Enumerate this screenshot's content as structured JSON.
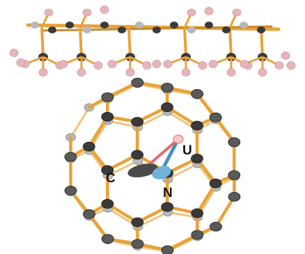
{
  "labels": {
    "uranium": "U",
    "carbon": "C",
    "nitrogen": "N"
  },
  "colors": {
    "bond": "#e8a23a",
    "bond_dark": "#c98a2c",
    "carbon_atom": "#3a3a3a",
    "carbon_atom_light": "#b8b8b8",
    "fluorine_atom": "#e8b4bc",
    "uranium_bond": "#e36b6b",
    "nitrogen_atom": "#6fb3d9",
    "nitrogen_bond": "#4a90c2"
  }
}
